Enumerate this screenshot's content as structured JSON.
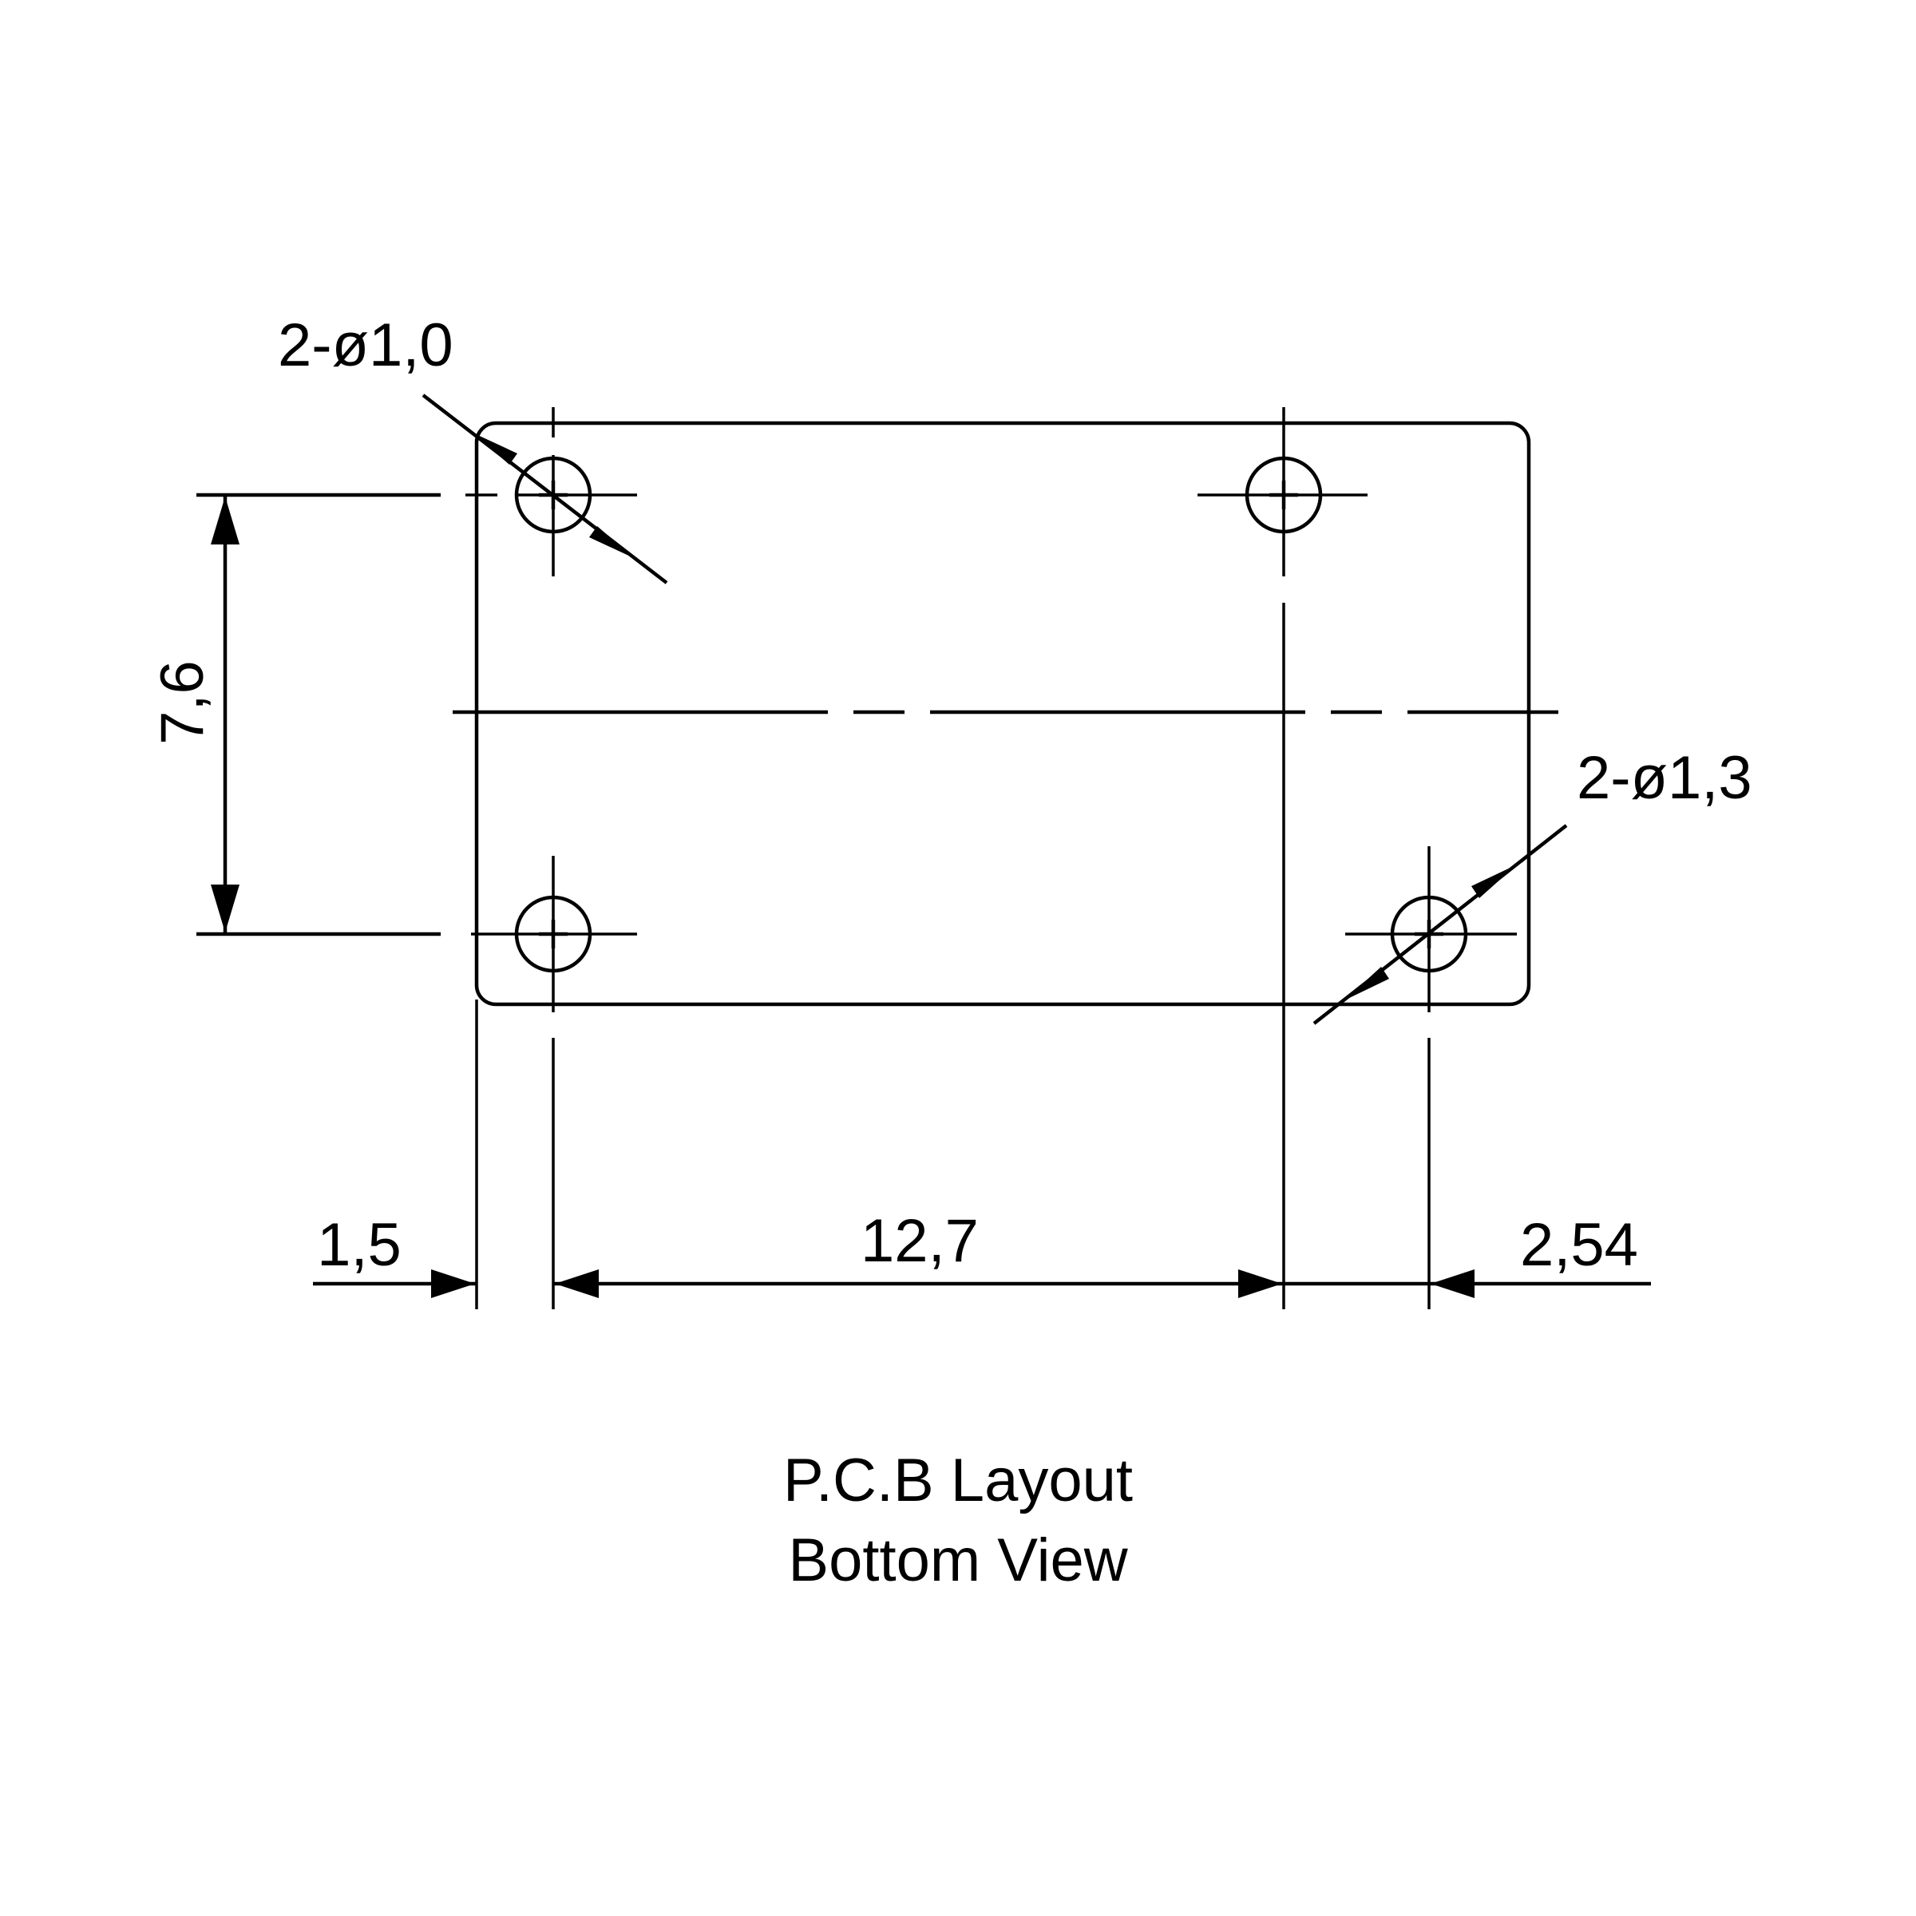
{
  "labels": {
    "hole_small": "2-ø1,0",
    "hole_large": "2-ø1,3",
    "dim_vertical": "7,6",
    "dim_offset": "1,5",
    "dim_span": "12,7",
    "dim_pitch": "2,54"
  },
  "caption": {
    "line1": "P.C.B Layout",
    "line2": "Bottom View"
  }
}
